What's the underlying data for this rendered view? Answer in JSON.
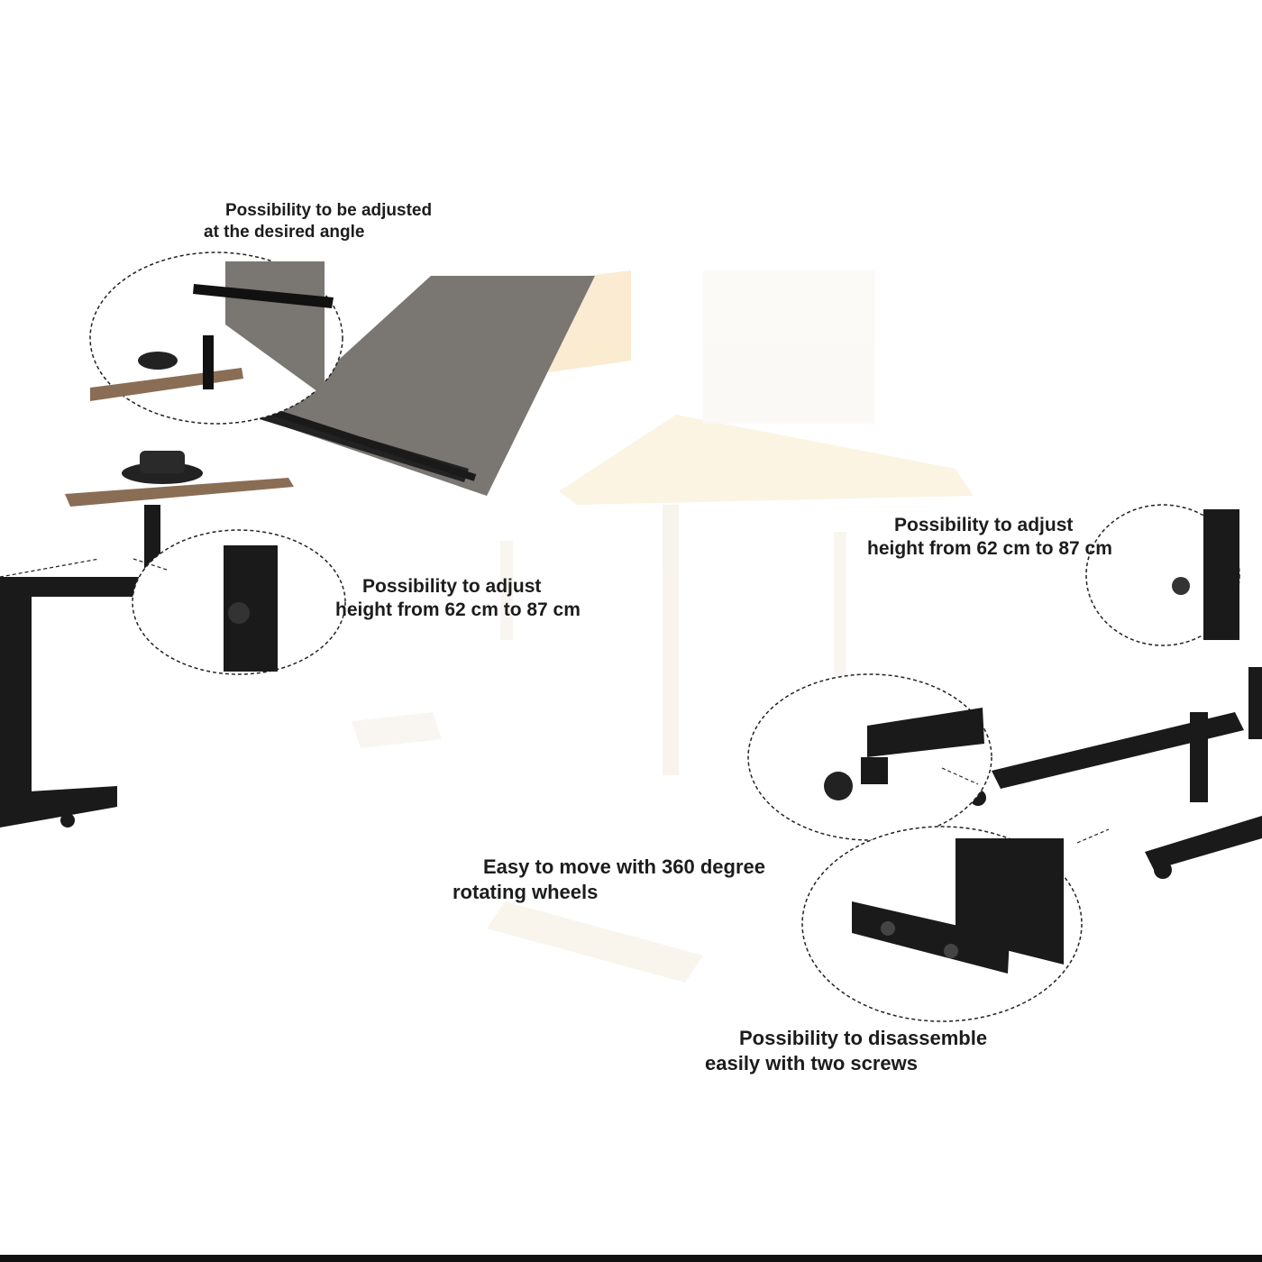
{
  "callouts": {
    "angle": {
      "line1": "Possibility to be adjusted",
      "line2": "at the desired angle"
    },
    "height_left": {
      "line1": "Possibility to  adjust",
      "line2": "height from 62 cm to 87 cm"
    },
    "height_right": {
      "line1": "Possibility to  adjust",
      "line2": "height from 62 cm to 87 cm"
    },
    "wheels": {
      "line1": "Easy to move with 360 degree",
      "line2": "rotating wheels"
    },
    "disassemble": {
      "line1": "Possibility to disassemble",
      "line2": "easily with two screws"
    }
  },
  "colors": {
    "background": "#ffffff",
    "frame": "#1a1a1a",
    "wood_top": "#6e6a66",
    "wood_accent": "#f2d9a8",
    "text": "#1c1c1c"
  }
}
